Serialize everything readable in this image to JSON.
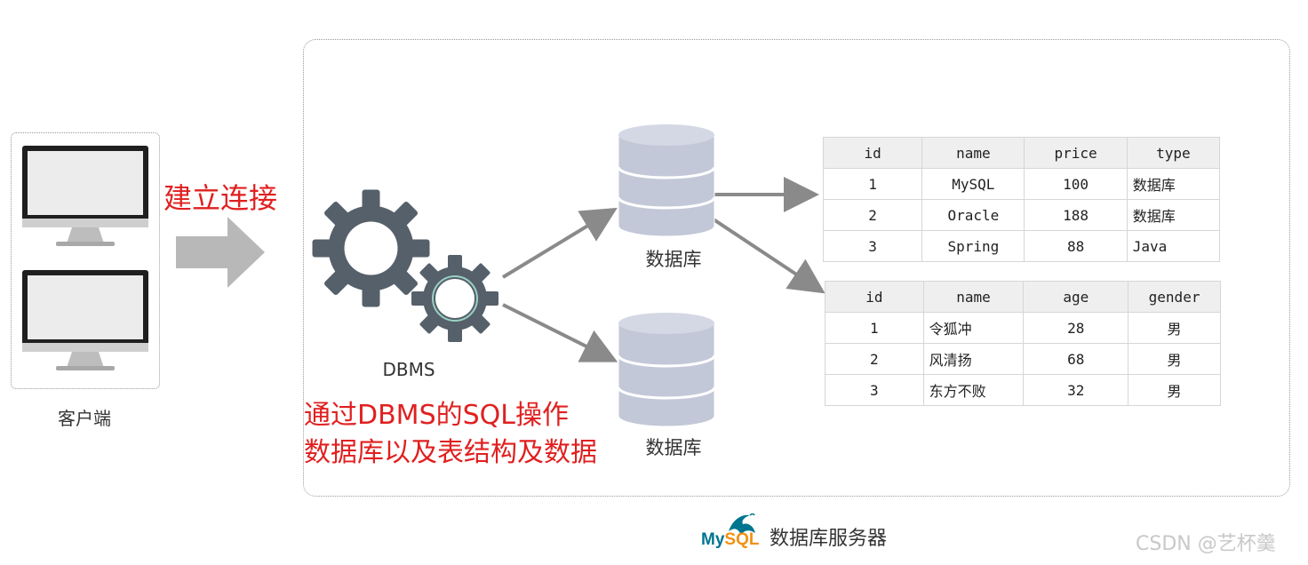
{
  "client": {
    "label": "客户端"
  },
  "connection": {
    "label": "建立连接"
  },
  "dbms": {
    "label": "DBMS",
    "operation_line1": "通过DBMS的SQL操作",
    "operation_line2": "数据库以及表结构及数据"
  },
  "databases": [
    {
      "label": "数据库"
    },
    {
      "label": "数据库"
    }
  ],
  "table1": {
    "headers": [
      "id",
      "name",
      "price",
      "type"
    ],
    "rows": [
      [
        "1",
        "MySQL",
        "100",
        "数据库"
      ],
      [
        "2",
        "Oracle",
        "188",
        "数据库"
      ],
      [
        "3",
        "Spring",
        "88",
        "Java"
      ]
    ]
  },
  "table2": {
    "headers": [
      "id",
      "name",
      "age",
      "gender"
    ],
    "rows": [
      [
        "1",
        "令狐冲",
        "28",
        "男"
      ],
      [
        "2",
        "风清扬",
        "68",
        "男"
      ],
      [
        "3",
        "东方不败",
        "32",
        "男"
      ]
    ]
  },
  "footer": {
    "logo_my": "My",
    "logo_sql": "SQL",
    "server_label": "数据库服务器",
    "watermark": "CSDN @艺杯羹"
  },
  "colors": {
    "accent_red": "#e02020",
    "gear": "#55606a",
    "cylinder": "#c3c8d8",
    "arrow": "#8a8a8a"
  }
}
